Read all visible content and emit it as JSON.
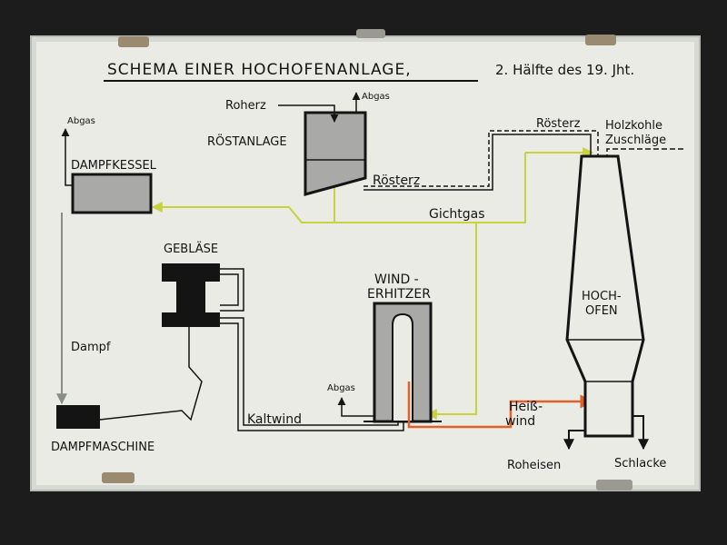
{
  "diagram": {
    "title": "SCHEMA EINER HOCHOFENANLAGE,",
    "subtitle": "2. Hälfte des 19. Jht.",
    "nodes": {
      "roestanlage": "RÖSTANLAGE",
      "dampfkessel": "DAMPFKESSEL",
      "geblaese": "GEBLÄSE",
      "dampfmaschine": "DAMPFMASCHINE",
      "winderhitzer_line1": "WIND -",
      "winderhitzer_line2": "ERHITZER",
      "hochofen_line1": "HOCH-",
      "hochofen_line2": "OFEN"
    },
    "labels": {
      "roherz": "Roherz",
      "abgas_roestanlage": "Abgas",
      "abgas_dampfkessel": "Abgas",
      "abgas_winderhitzer": "Abgas",
      "roesterz_top": "Rösterz",
      "roesterz_mid": "Rösterz",
      "holzkohle": "Holzkohle",
      "zuschlaege": "Zuschläge",
      "gichtgas": "Gichtgas",
      "dampf": "Dampf",
      "kaltwind": "Kaltwind",
      "heisswind_line1": "Heiß-",
      "heisswind_line2": "wind",
      "roheisen": "Roheisen",
      "schlacke": "Schlacke"
    },
    "colors": {
      "gichtgas_line": "#c8d23c",
      "heisswind_line": "#e0602a",
      "ink": "#141414",
      "board": "#e9ebe4",
      "tank_fill": "#a9aaa8"
    }
  }
}
